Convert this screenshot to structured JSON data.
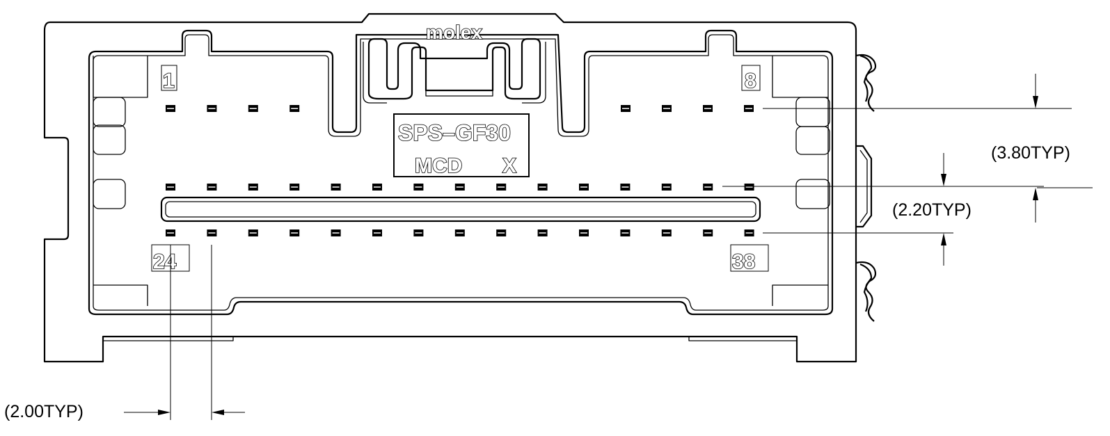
{
  "brand": "molex",
  "part": {
    "series": "SPS–GF30",
    "code": "MCD",
    "variant": "X"
  },
  "pin_labels": {
    "top_left": "1",
    "top_right": "8",
    "bottom_left": "24",
    "bottom_right": "38"
  },
  "dimensions": {
    "row_pitch": "(3.80TYP)",
    "row_offset": "(2.20TYP)",
    "column_pitch": "(2.00TYP)"
  },
  "pins": {
    "top_row_left_count": 4,
    "top_row_right_count": 4,
    "middle_row_count": 15,
    "bottom_row_count": 15
  }
}
